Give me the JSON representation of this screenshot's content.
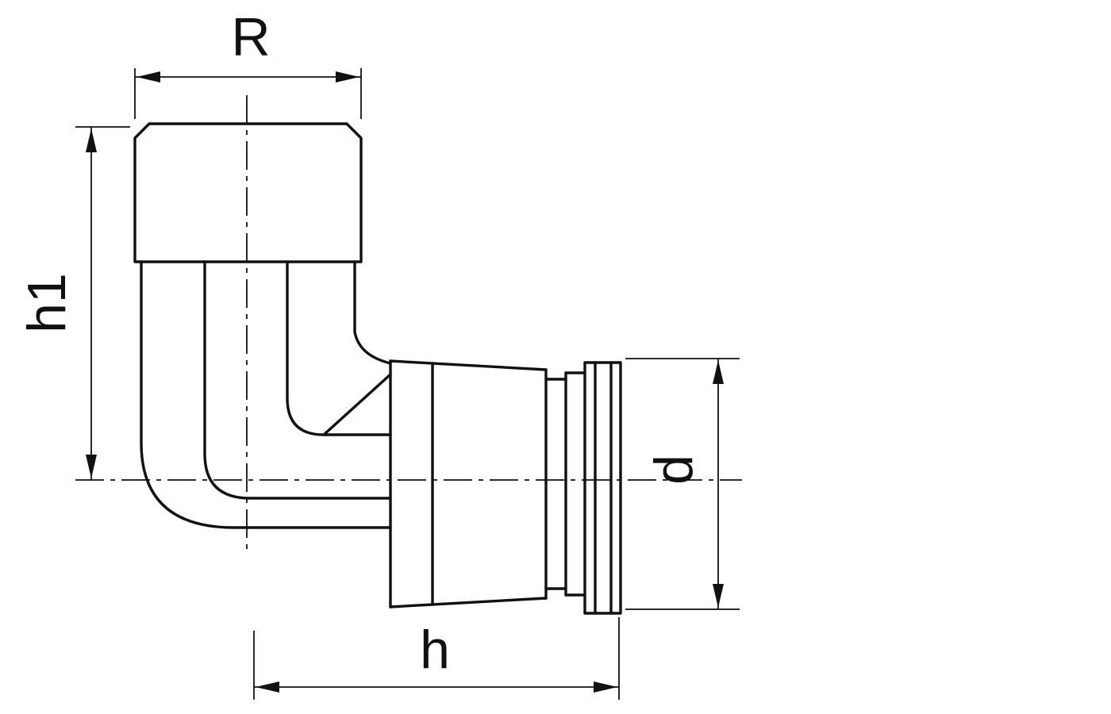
{
  "drawing": {
    "description": "Elbow pipe fitting technical drawing",
    "colors": {
      "line": "#111111",
      "background": "#ffffff"
    }
  },
  "labels": {
    "r": "R",
    "h1": "h1",
    "d": "d",
    "h": "h"
  }
}
